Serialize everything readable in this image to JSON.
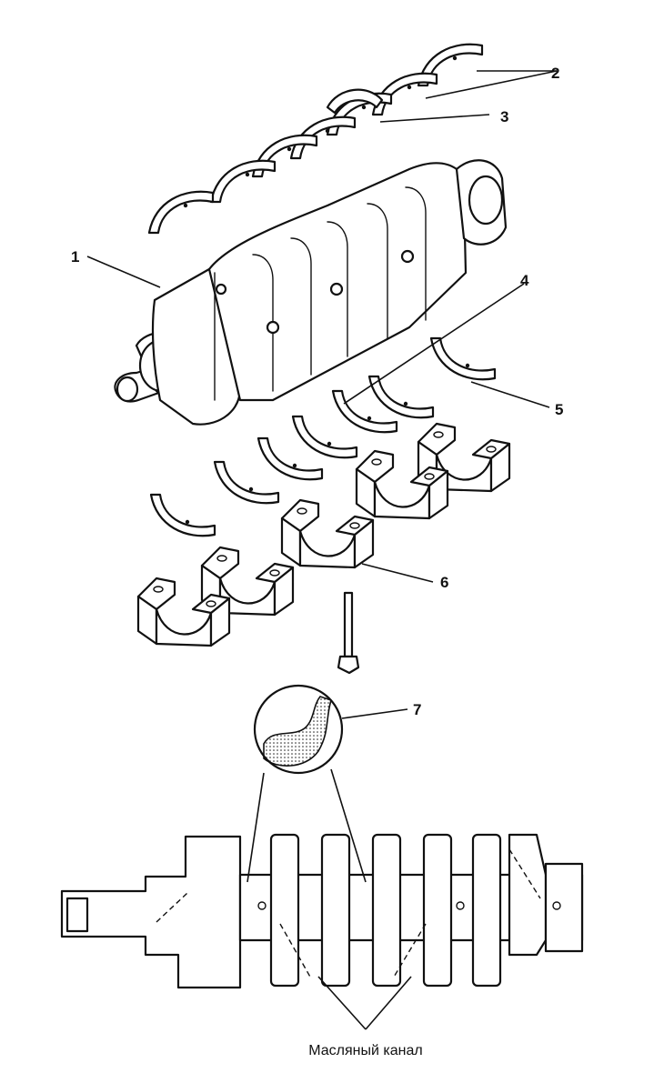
{
  "callouts": {
    "c1": "1",
    "c2": "2",
    "c3": "3",
    "c4": "4",
    "c5": "5",
    "c6": "6",
    "c7": "7"
  },
  "caption": "Масляный канал"
}
